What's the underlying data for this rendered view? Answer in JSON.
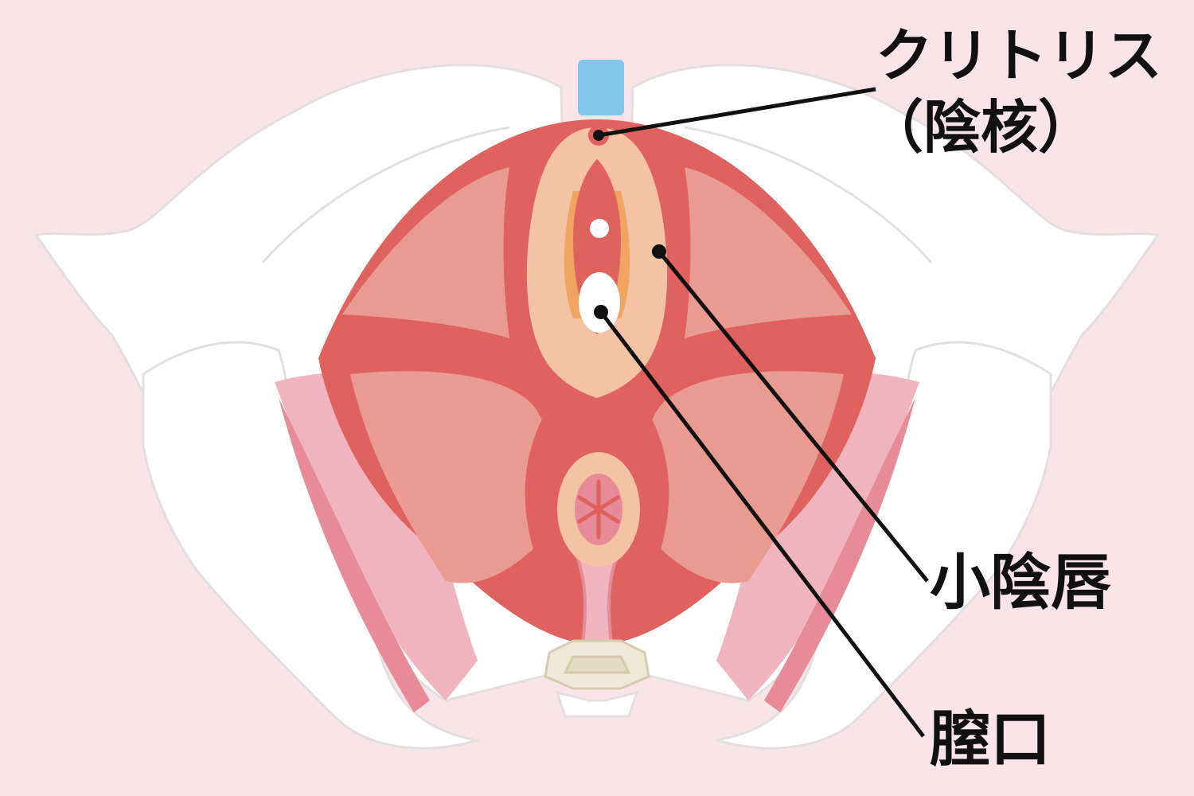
{
  "labels": {
    "clitoris_line1": "クリトリス",
    "clitoris_line2": "（陰核）",
    "labia_minora": "小陰唇",
    "vaginal_opening": "膣口"
  },
  "colors": {
    "background": "#f9e4ea",
    "bone": "#ffffff",
    "bone_outline": "#e4e1e1",
    "muscle": "#df625e",
    "muscle_light": "#e99b91",
    "skin": "#f3c3a4",
    "pink_band": "#f0b4bf",
    "pink_dark": "#e78b98",
    "orange": "#f1a45f",
    "blue": "#83c4ea",
    "leader_line": "#111111"
  }
}
